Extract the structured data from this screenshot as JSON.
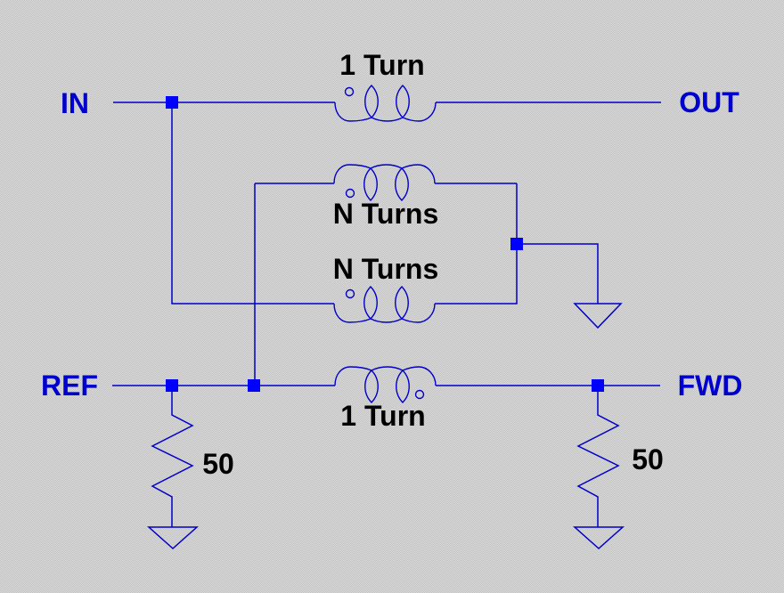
{
  "theme": {
    "background_checker_light": "#dadada",
    "background_checker_dark": "#c2c2c2",
    "wire_color": "#0000c8",
    "junction_color": "#0000ff",
    "port_label_color": "#0000cc",
    "component_label_color": "#000000"
  },
  "ports": {
    "in": "IN",
    "out": "OUT",
    "ref": "REF",
    "fwd": "FWD"
  },
  "components": {
    "top_transformer_turns": "1 Turn",
    "secondary_upper_turns": "N Turns",
    "secondary_lower_turns": "N Turns",
    "bottom_transformer_turns": "1 Turn",
    "ref_resistor_value": "50",
    "fwd_resistor_value": "50"
  }
}
